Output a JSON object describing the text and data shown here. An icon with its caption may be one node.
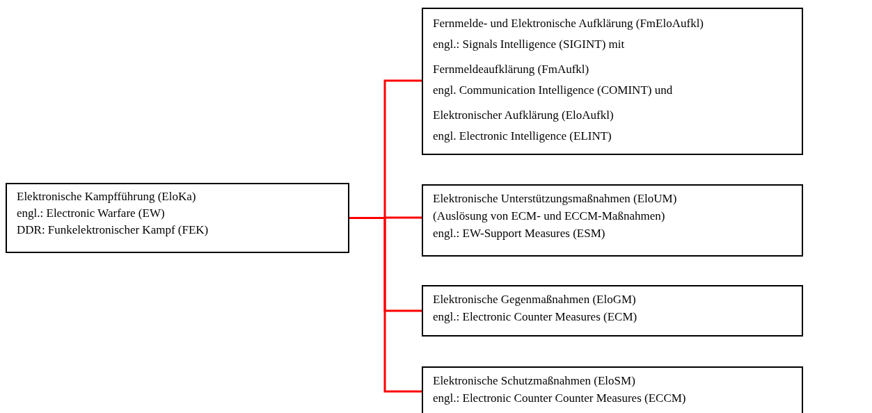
{
  "diagram": {
    "nodes": [
      {
        "text": [
          "Elektronische Kampfführung (EloKa)",
          "engl.: Electronic Warfare (EW)",
          "DDR: Funkelektronischer Kampf (FEK)"
        ]
      },
      {
        "text": [
          "Fernmelde- und Elektronische Aufklärung (FmEloAufkl)",
          "engl.: Signals Intelligence (SIGINT) mit",
          "Fernmeldeaufklärung (FmAufkl)",
          "engl. Communication Intelligence (COMINT) und",
          "Elektronischer Aufklärung (EloAufkl)",
          "engl. Electronic Intelligence (ELINT)"
        ]
      },
      {
        "text": [
          "Elektronische Unterstützungsmaßnahmen (EloUM)",
          "(Auslösung von ECM- und ECCM-Maßnahmen)",
          "engl.: EW-Support Measures (ESM)"
        ]
      },
      {
        "text": [
          "Elektronische Gegenmaßnahmen (EloGM)",
          "engl.: Electronic Counter Measures (ECM)"
        ]
      },
      {
        "text": [
          "Elektronische Schutzmaßnahmen (EloSM)",
          "engl.: Electronic Counter Counter Measures (ECCM)"
        ]
      }
    ],
    "edges": [
      {
        "from": 0,
        "to": 1,
        "arrow": "none",
        "color": "#ff0000"
      },
      {
        "from": 0,
        "to": 2,
        "arrow": "none",
        "color": "#ff0000"
      },
      {
        "from": 0,
        "to": 3,
        "arrow": "none",
        "color": "#ff0000"
      },
      {
        "from": 0,
        "to": 4,
        "arrow": "none",
        "color": "#ff0000"
      }
    ]
  }
}
